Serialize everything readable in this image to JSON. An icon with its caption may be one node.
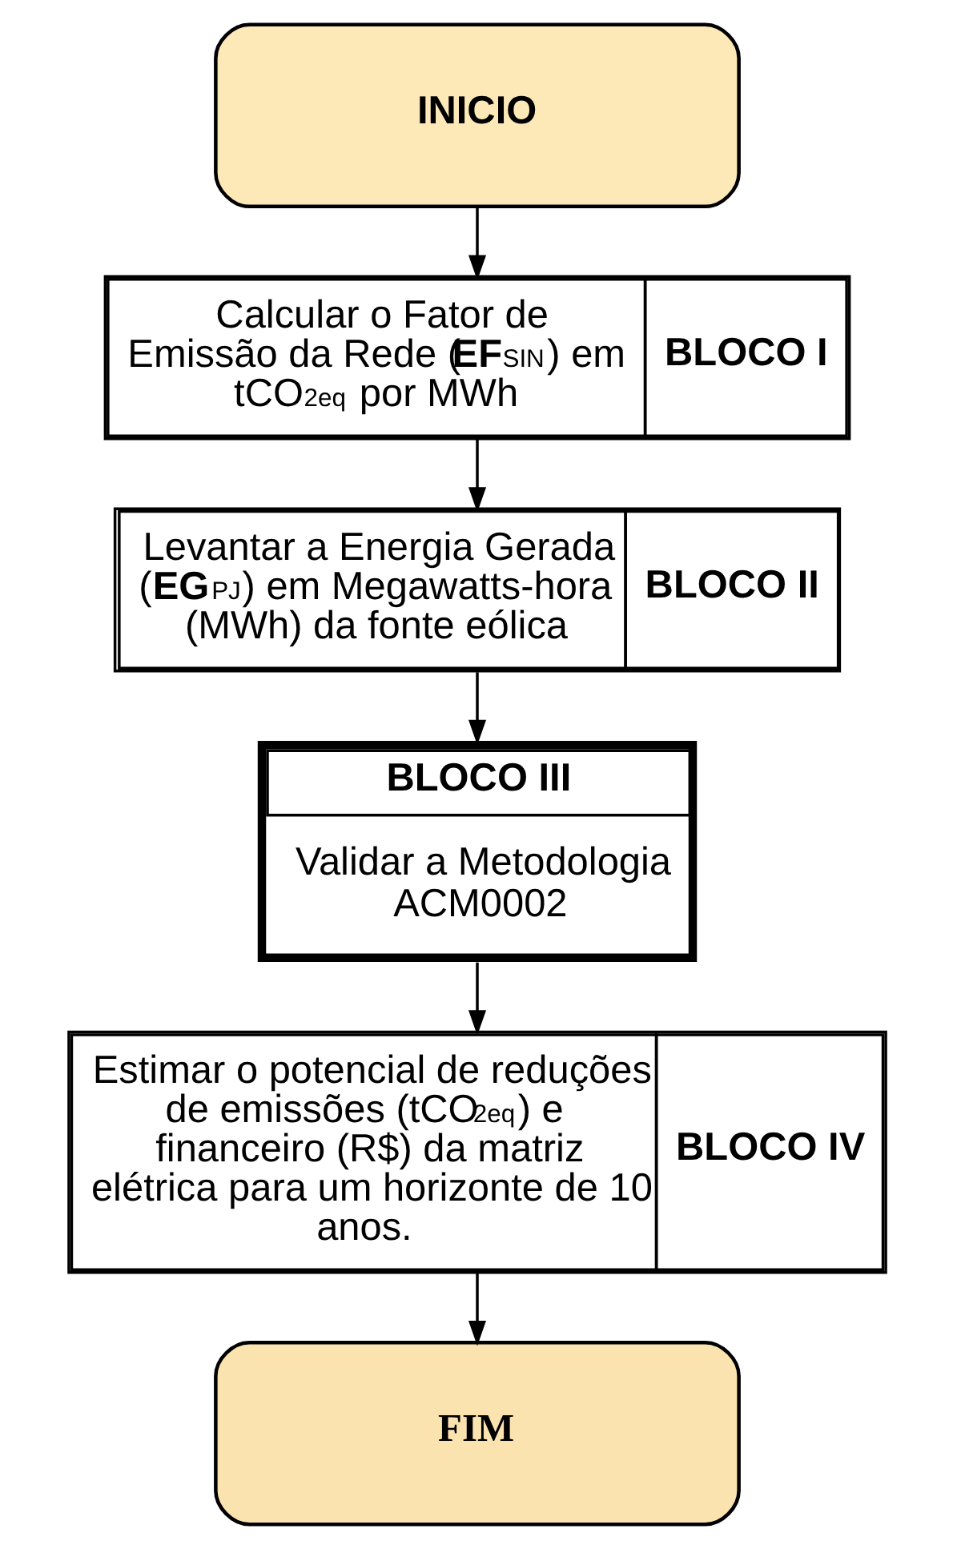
{
  "diagram": {
    "nodes": [
      {
        "text": [
          "INICIO"
        ]
      },
      {
        "text": [
          "Calcular o Fator de Emissão da Rede (**EF**$_{SIN}$) em tCO$_{2eq}$ por MWh",
          "BLOCO I"
        ]
      },
      {
        "text": [
          "Levantar a Energia Gerada (**EG**$_{PJ}$) em Megawatts-hora (MWh) da fonte eólica",
          "BLOCO II"
        ]
      },
      {
        "text": [
          "BLOCO III",
          "Validar a Metodologia ACM0002"
        ]
      },
      {
        "text": [
          "Estimar o potencial de reduções de emissões (tCO$_{2eq}$) e financeiro (R$) da matriz elétrica para um horizonte de 10 anos.",
          "BLOCO IV"
        ]
      },
      {
        "text": [
          "FIM"
        ]
      }
    ],
    "edges": [
      {
        "from": 0,
        "to": 1,
        "arrow": "to"
      },
      {
        "from": 1,
        "to": 2,
        "arrow": "to"
      },
      {
        "from": 2,
        "to": 3,
        "arrow": "to"
      },
      {
        "from": 3,
        "to": 4,
        "arrow": "to"
      },
      {
        "from": 4,
        "to": 5,
        "arrow": "to"
      }
    ]
  }
}
